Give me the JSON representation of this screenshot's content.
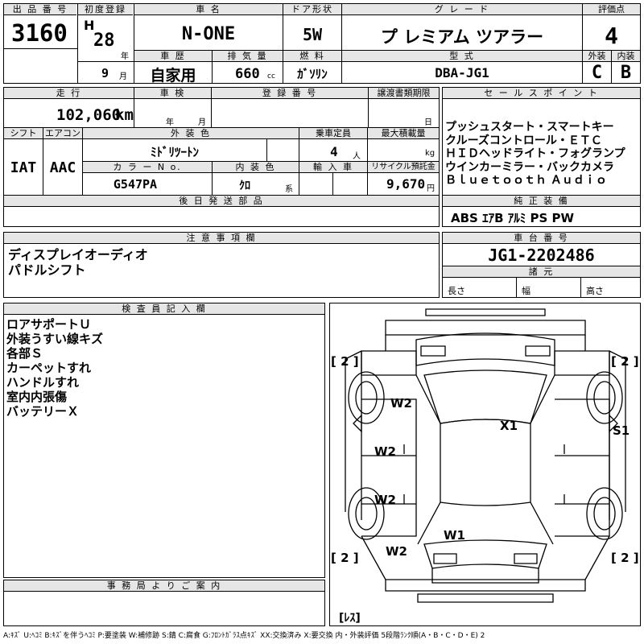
{
  "header": {
    "lot_no_label": "出 品 番 号",
    "lot_no": "3160",
    "first_reg_label": "初度登録",
    "era": "H",
    "year": "28",
    "year_unit": "年",
    "month": "9",
    "month_unit": "月",
    "car_name_label": "車 名",
    "car_name": "N-ONE",
    "history_label": "車 歴",
    "history": "自家用",
    "displacement_label": "排 気 量",
    "displacement": "660",
    "displacement_unit": "cc",
    "door_label": "ドア形状",
    "door": "5W",
    "fuel_label": "燃 料",
    "fuel": "ｶﾞｿﾘﾝ",
    "grade_label": "グ レ ー ド",
    "grade": "プ レミアム ツアラー",
    "model_label": "型 式",
    "model": "DBA-JG1",
    "score_label": "評価点",
    "score": "4",
    "ext_label": "外装",
    "int_label": "内装",
    "ext_grade": "C",
    "int_grade": "B"
  },
  "row2": {
    "mileage_label": "走 行",
    "mileage": "102,060",
    "mileage_unit": "km",
    "inspection_label": "車 検",
    "insp_year_unit": "年",
    "insp_month_unit": "月",
    "reg_no_label": "登 録 番 号",
    "transfer_label": "譲渡書類期限",
    "transfer_unit": "日"
  },
  "row3": {
    "shift_label": "シフト",
    "shift": "IAT",
    "ac_label": "エアコン",
    "ac": "AAC",
    "ext_color_label": "外 装 色",
    "ext_color": "ﾐﾄﾞﾘﾂｰﾄﾝ",
    "capacity_label": "乗車定員",
    "capacity": "4",
    "capacity_unit": "人",
    "load_label": "最大積載量",
    "load_unit": "kg",
    "color_no_label": "カ ラ ー N o.",
    "color_no": "G547PA",
    "int_color_label": "内 装 色",
    "int_color": "ｸﾛ",
    "int_color_unit": "系",
    "import_label": "輸 入 車",
    "recycle_label": "リサイクル預託金",
    "recycle": "9,670",
    "recycle_unit": "円"
  },
  "sales": {
    "label": "セ ー ル ス ポ イ ン ト",
    "lines": [
      "プッシュスタート・スマートキー",
      "クルーズコントロール・ＥＴＣ",
      "ＨＩＤヘッドライト・フォグランプ",
      "ウインカーミラー・バックカメラ",
      "Ｂｌｕｅｔｏｏｔｈ Ａｕｄｉｏ"
    ]
  },
  "later_parts_label": "後 日 発 送 部 品",
  "equipment": {
    "label": "純 正 装 備",
    "value": "ABS ｴｱB ｱﾙﾐ PS PW"
  },
  "notes": {
    "label": "注 意 事 項 欄",
    "lines": [
      "ディスプレイオーディオ",
      "パドルシフト"
    ]
  },
  "chassis": {
    "label": "車 台 番 号",
    "value": "JG1-2202486",
    "spec_label": "諸 元",
    "length_label": "長さ",
    "width_label": "幅",
    "height_label": "高さ"
  },
  "inspector": {
    "label": "検 査 員 記 入 欄",
    "lines": [
      "ロアサポートＵ",
      "外装うすい線キズ",
      "各部Ｓ",
      "カーペットすれ",
      "ハンドルすれ",
      "室内内張傷",
      "バッテリーＸ"
    ]
  },
  "diagram": {
    "marks": [
      "W2",
      "X1",
      "S1",
      "W2",
      "W2",
      "W1",
      "W2"
    ],
    "tire_brackets": [
      "[ 2 ]",
      "[ 2 ]",
      "[ 2 ]",
      "[ 2 ]"
    ],
    "spare": "[ﾚｽ]"
  },
  "office_label": "事 務 局 よ り ご 案 内",
  "legend": "A:ｷｽﾞ U:ﾍｺﾐ B:ｷｽﾞを伴うﾍｺﾐ P:要塗装 W:補修跡 S:錆 C:腐食 G:ﾌﾛﾝﾄｶﾞﾗｽ点ｷｽﾞ XX:交換済み X:要交換 内・外装評価 5段階ﾗﾝｸ順(A・B・C・D・E) 2"
}
